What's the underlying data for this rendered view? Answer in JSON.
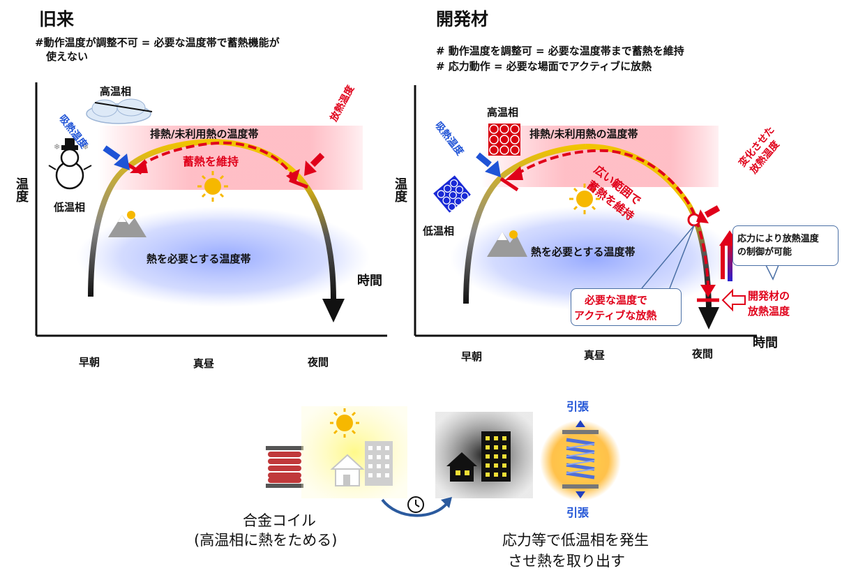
{
  "left_panel": {
    "title": "旧来",
    "note_line1": "#動作温度が調整不可 = 必要な温度帯で蓄熱機能が",
    "note_line2": "使えない",
    "y_axis": "温度",
    "x_axis": "時間",
    "high_phase": "高温相",
    "low_phase": "低温相",
    "absorb_temp": "吸熱温度",
    "release_temp": "放熱温度",
    "waste_heat_band": "排熱/未利用熱の温度帯",
    "keep_storage": "蓄熱を維持",
    "needed_band": "熱を必要とする温度帯",
    "time_ticks": [
      "早朝",
      "真昼",
      "夜間"
    ]
  },
  "right_panel": {
    "title": "開発材",
    "note_line1": "# 動作温度を調整可 = 必要な温度帯まで蓄熱を維持",
    "note_line2": "# 応力動作 = 必要な場面でアクティブに放熱",
    "y_axis": "温度",
    "x_axis": "時間",
    "high_phase": "高温相",
    "low_phase": "低温相",
    "absorb_temp": "吸熱温度",
    "waste_heat_band": "排熱/未利用熱の温度帯",
    "keep_wide_line1": "広い範囲で",
    "keep_wide_line2": "蓄熱を維持",
    "changed_line1": "変化させた",
    "changed_line2": "放熱温度",
    "stress_line1": "応力により放熱温度",
    "stress_line2": "の制御が可能",
    "needed_band": "熱を必要とする温度帯",
    "active_line1": "必要な温度で",
    "active_line2": "アクティブな放熱",
    "dev_line1": "開発材の",
    "dev_line2": "放熱温度",
    "time_ticks": [
      "早朝",
      "真昼",
      "夜間"
    ]
  },
  "bottom": {
    "coil_line1": "合金コイル",
    "coil_line2": "(高温相に熱をためる)",
    "result_line1": "応力等で低温相を発生",
    "result_line2": "させ熱を取り出す",
    "tension_top": "引張",
    "tension_bottom": "引張"
  },
  "colors": {
    "red": "#e0001a",
    "blue": "#1f53d6",
    "gold": "#f6b800"
  }
}
